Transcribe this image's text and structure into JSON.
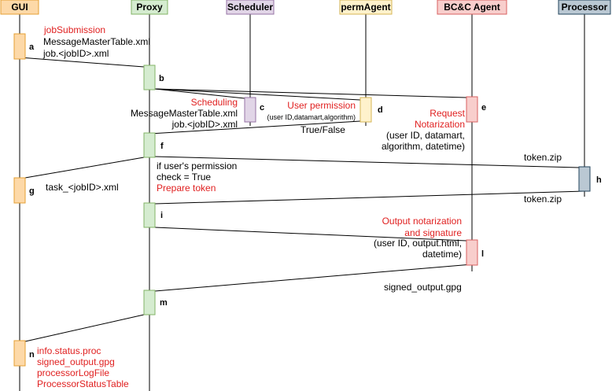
{
  "colors": {
    "gui_fill": "#fdd9a8",
    "gui_stroke": "#e5a033",
    "proxy_fill": "#d5ecd0",
    "proxy_stroke": "#82b366",
    "scheduler_fill": "#e1d5e7",
    "scheduler_stroke": "#9673a6",
    "perm_fill": "#fff2cc",
    "perm_stroke": "#d6b656",
    "bcc_fill": "#f8cecc",
    "bcc_stroke": "#d96060",
    "proc_fill": "#bac8d3",
    "proc_stroke": "#23445d",
    "red_text": "#e02020"
  },
  "participants": {
    "gui": "GUI",
    "proxy": "Proxy",
    "scheduler": "Scheduler",
    "perm": "permAgent",
    "bcc": "BC&C Agent",
    "processor": "Processor"
  },
  "steps": {
    "a": "a",
    "b": "b",
    "c": "c",
    "d": "d",
    "e": "e",
    "f": "f",
    "g": "g",
    "h": "h",
    "i": "i",
    "l": "l",
    "m": "m",
    "n": "n"
  },
  "labels": {
    "job_submission": "jobSubmission",
    "a_line1": "MessageMasterTable.xml",
    "a_line2": "job.<jobID>.xml",
    "scheduling": "Scheduling",
    "c_line1": "MessageMasterTable.xml",
    "c_line2": "job.<jobID>.xml",
    "user_permission": "User permission",
    "perm_params": "(user ID,datamart,algorithm)",
    "true_false": "True/False",
    "request": "Request",
    "notarization": "Notarization",
    "e_line1": "(user ID, datamart,",
    "e_line2": "algorithm, datetime)",
    "token_zip_out": "token.zip",
    "if_line1": "if user's permission",
    "if_line2": "check = True",
    "prepare_token": "Prepare token",
    "task_xml": "task_<jobID>.xml",
    "token_zip_in": "token.zip",
    "output_notarization": "Output notarization",
    "and_signature": "and signature",
    "l_line1": "(user ID, output.html,",
    "l_line2": "datetime)",
    "signed_output": "signed_output.gpg",
    "n_line1": "info.status.proc",
    "n_line2": "signed_output.gpg",
    "n_line3": "processorLogFile",
    "n_line4": "ProcessorStatusTable"
  }
}
